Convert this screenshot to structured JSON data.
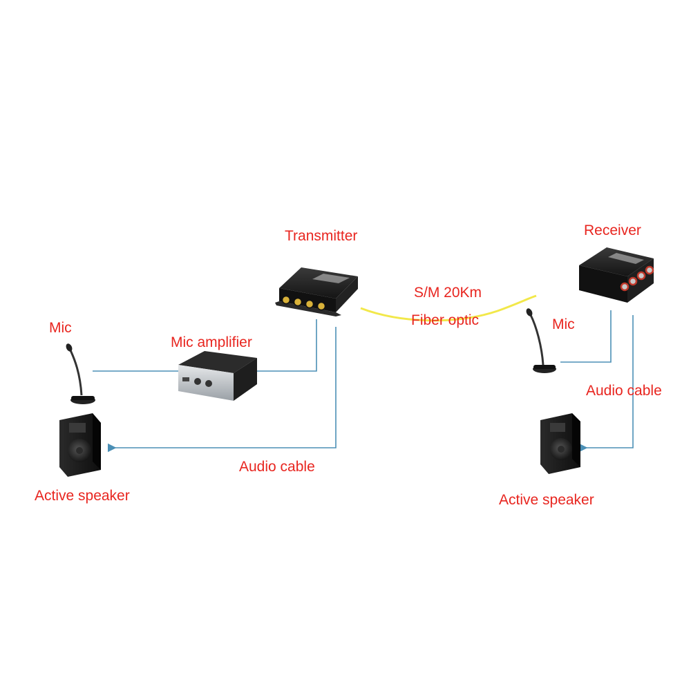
{
  "colors": {
    "label": "#e8251f",
    "cable": "#4b8fb5",
    "fiber": "#f2e84a",
    "device": "#1c1c1c",
    "amplifier": "#b8bec4",
    "connector_gold": "#d9b23a"
  },
  "labels": {
    "transmitter": "Transmitter",
    "receiver": "Receiver",
    "fiber_distance": "S/M 20Km",
    "fiber_type": "Fiber optic",
    "mic_left": "Mic",
    "mic_right": "Mic",
    "mic_amplifier": "Mic amplifier",
    "audio_cable_left": "Audio cable",
    "audio_cable_right": "Audio cable",
    "active_speaker_left": "Active speaker",
    "active_speaker_right": "Active speaker"
  },
  "icons": {
    "transmitter": "fiber-transmitter-icon",
    "receiver": "fiber-receiver-icon",
    "mic": "desk-microphone-icon",
    "amplifier": "mic-amplifier-icon",
    "speaker": "active-speaker-icon"
  }
}
